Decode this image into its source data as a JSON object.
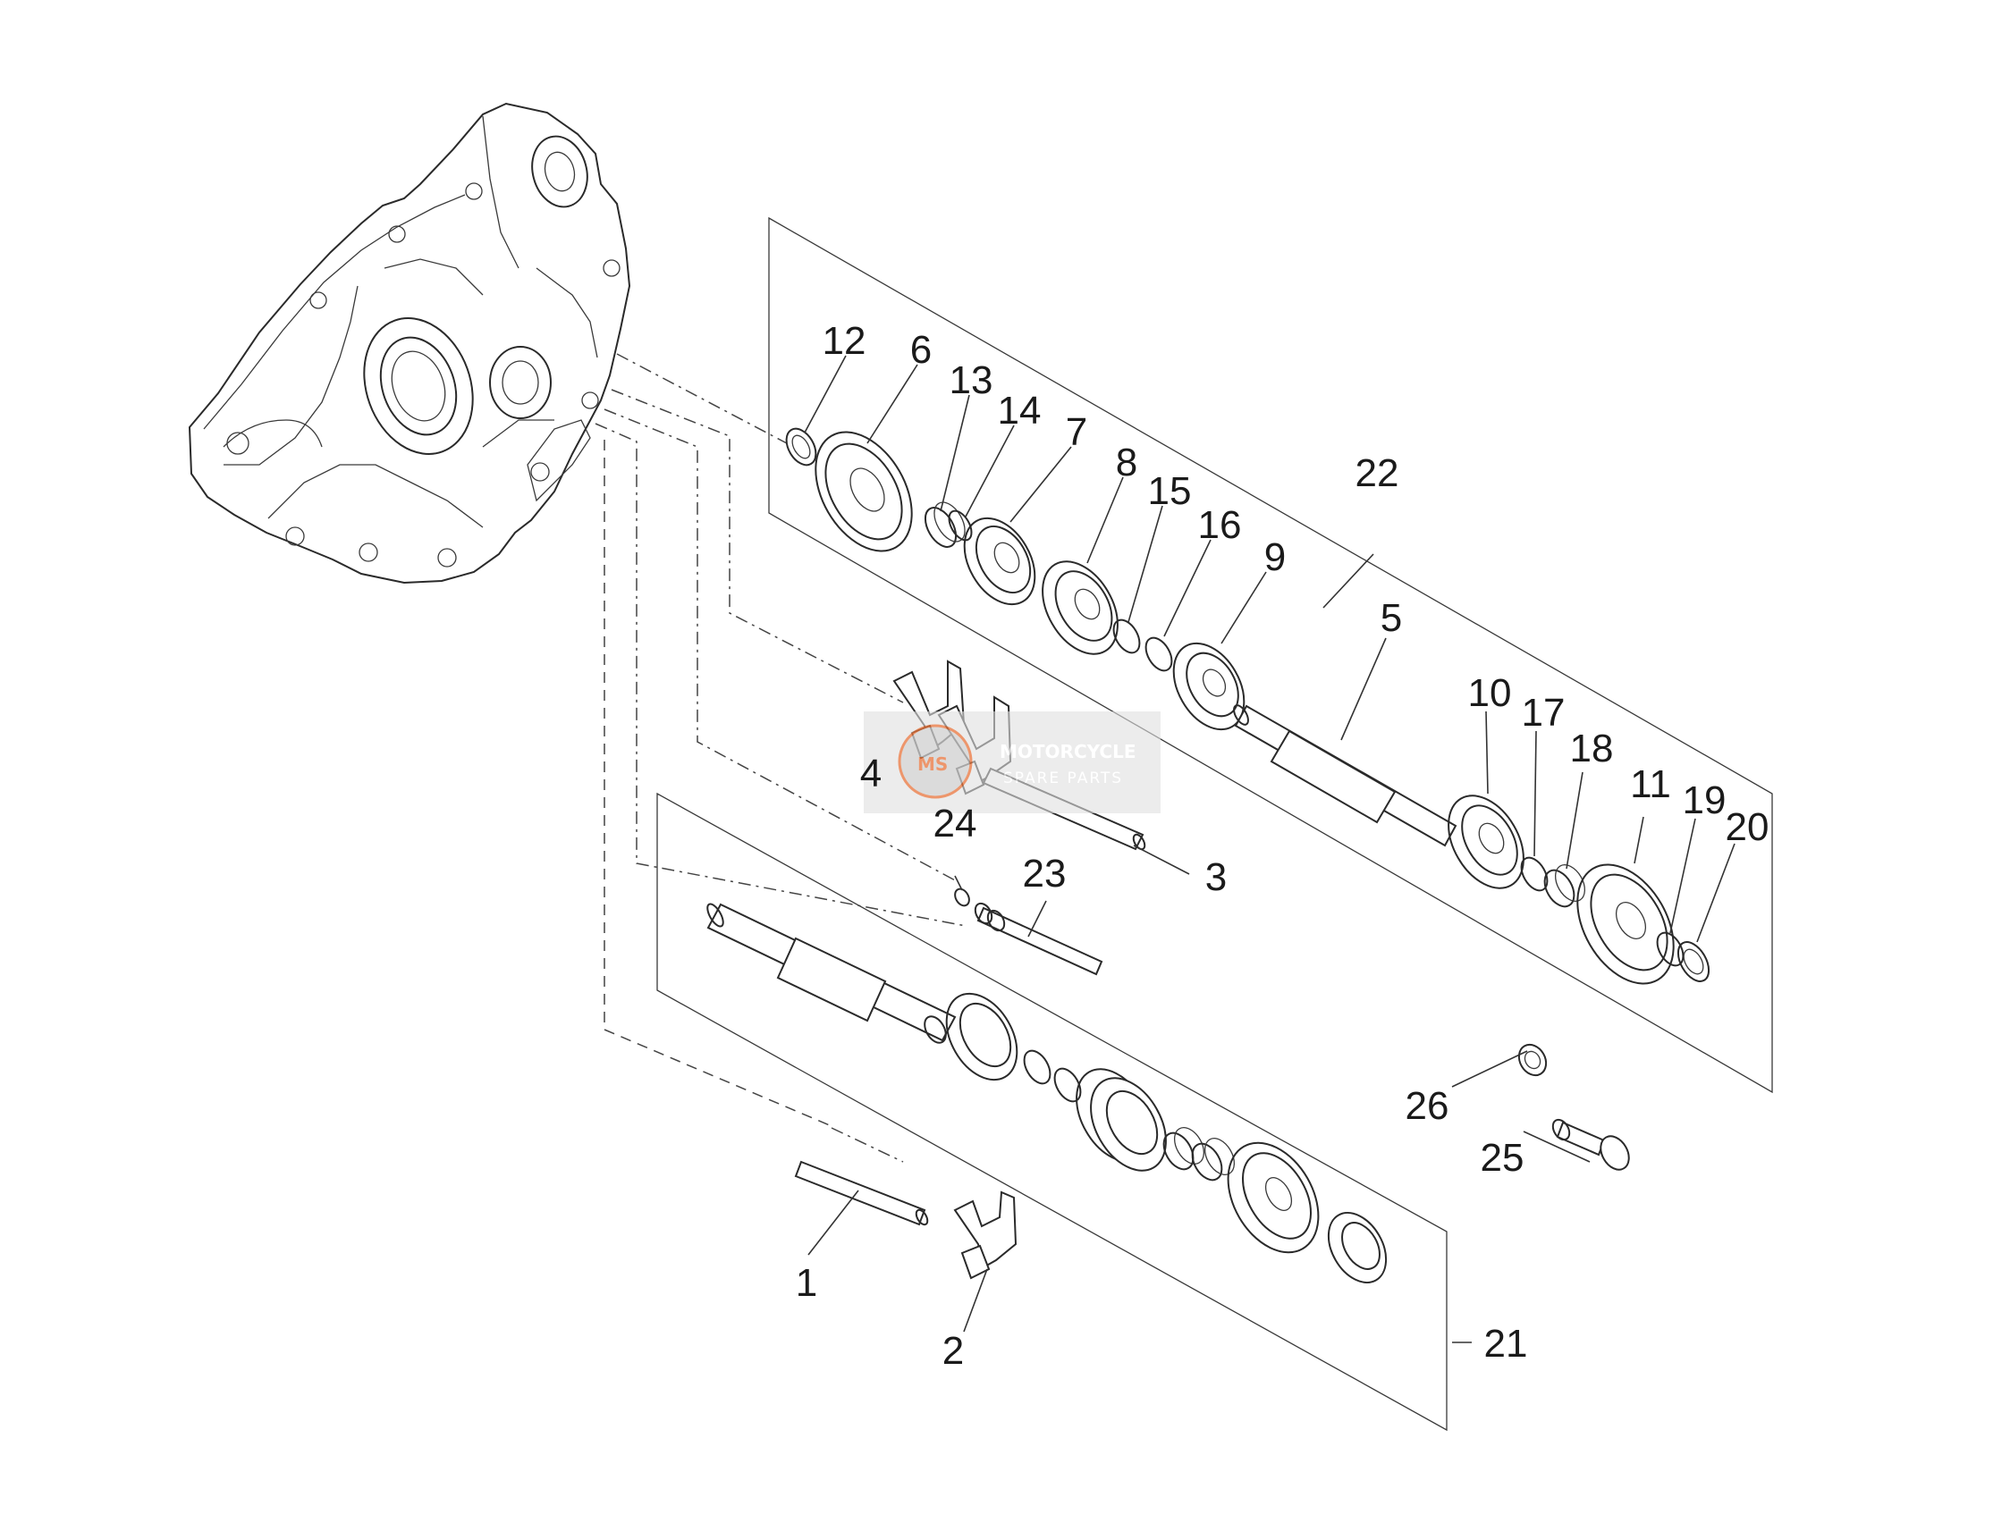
{
  "labels": {
    "p1": "1",
    "p2": "2",
    "p3": "3",
    "p4": "4",
    "p5": "5",
    "p6": "6",
    "p7": "7",
    "p8": "8",
    "p9": "9",
    "p10": "10",
    "p11": "11",
    "p12": "12",
    "p13": "13",
    "p14": "14",
    "p15": "15",
    "p16": "16",
    "p17": "17",
    "p18": "18",
    "p19": "19",
    "p20": "20",
    "p21": "21",
    "p22": "22",
    "p23": "23",
    "p24": "24",
    "p25": "25",
    "p26": "26"
  },
  "watermark": {
    "badge": "MS",
    "line1": "MOTORCYCLE",
    "line2": "SPARE PARTS",
    "accent_color": "#e8743b"
  }
}
